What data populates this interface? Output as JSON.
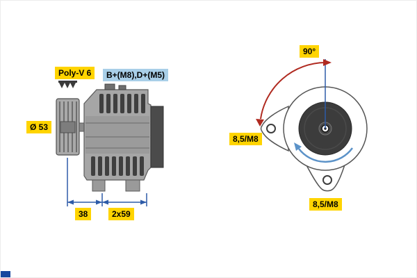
{
  "side_view": {
    "belt_type_label": "Poly-V 6",
    "pulley_diameter_label": "Ø 53",
    "terminals_label": "B+(M8),D+(M5)",
    "dimensions": {
      "pulley_offset": "38",
      "mounting_span": "2x59"
    }
  },
  "rear_view": {
    "rotation_angle_label": "90°",
    "side_mount_label": "8,5/M8",
    "bottom_mount_label": "8,5/M8"
  },
  "colors": {
    "highlight_yellow": "#ffd400",
    "highlight_blue": "#a9cfe8",
    "dimension_blue": "#2d5ba8",
    "angle_arrow_red": "#b02a20",
    "rotation_arrow_blue": "#5b92c8",
    "body_gray": "#a6a6a6",
    "rotor_dark_gray": "#3c3c3c",
    "logo_blue": "#17479e"
  },
  "icons": {
    "belt_profile": "poly-v-ribbed-belt-icon"
  }
}
